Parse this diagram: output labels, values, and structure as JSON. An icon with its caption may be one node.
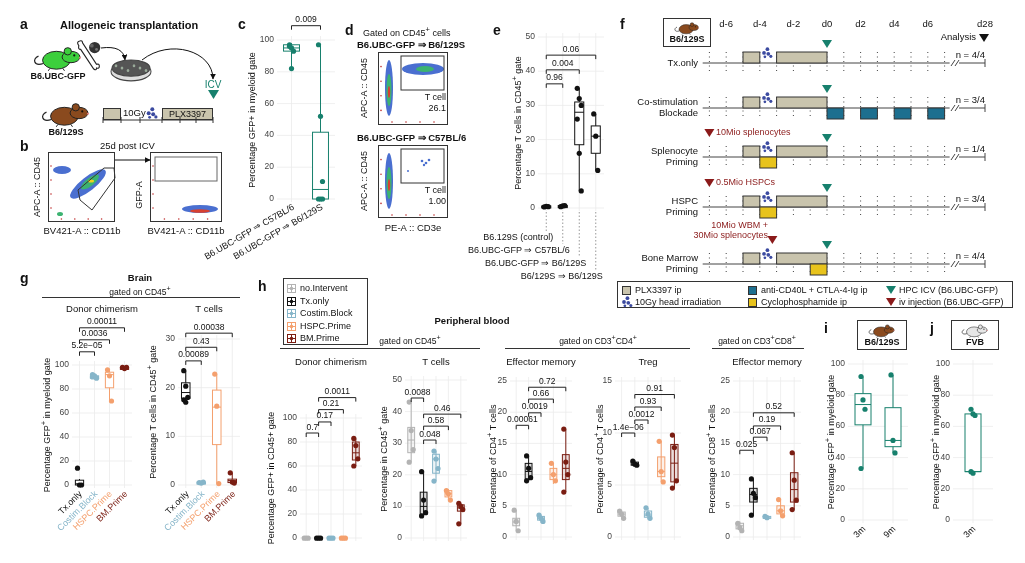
{
  "diagram": {
    "nodes": [
      {
        "text": [
          "B6.UBC-GFP"
        ]
      },
      {
        "text": [],
        "shape": "picture"
      },
      {
        "text": [],
        "shape": "picture"
      },
      {
        "text": [
          "ICV"
        ]
      },
      {
        "text": [
          "B6/129S"
        ]
      },
      {
        "text": [],
        "shape": "box",
        "beside": [
          "10Gy"
        ]
      },
      {
        "text": [
          "PLX3397"
        ]
      },
      {
        "text": [],
        "shape": "picture",
        "beside": [
          "APC-A :: CD45",
          "BV421-A :: CD11b"
        ]
      },
      {
        "text": [],
        "shape": "picture",
        "beside": [
          "GFP-A",
          "BV421-A :: CD11b"
        ]
      },
      {
        "text": [
          "B6.UBC-GFP ⇒ B6/129S",
          "APC-A :: CD45",
          "T cell",
          "26.1"
        ]
      },
      {
        "text": [
          "B6.UBC-GFP ⇒ C57BL/6",
          "APC-A :: CD45",
          "T cell",
          "1.00"
        ],
        "beside": [
          "PE-A :: CD3e"
        ]
      },
      {
        "text": [
          "B6/129S"
        ]
      },
      {
        "text": [
          "B6/129S"
        ]
      },
      {
        "text": [
          "FVB"
        ]
      }
    ],
    "edges": [
      {
        "from": 1,
        "to": 2,
        "arrow": "to"
      },
      {
        "from": 2,
        "to": 3,
        "arrow": "to"
      },
      {
        "from": 7,
        "to": 8,
        "arrow": "to"
      }
    ],
    "labels": [
      "a",
      "Allogeneic transplantation",
      "b",
      "25d post ICV",
      "c",
      "Percentage GFP+ in myeloid gate",
      "100",
      "80",
      "60",
      "40",
      "20",
      "0",
      "0.009",
      "B6.UBC-GFP ⇒ C57BL/6",
      "B6.UBC-GFP ⇒ B6/129S",
      "d",
      "Gated on CD45$^{+}$ cells",
      "e",
      "Percentage T cells in CD45$^{+}$ gate",
      "50",
      "40",
      "30",
      "20",
      "10",
      "0",
      "0.06",
      "0.004",
      "0.96",
      "B6.129S (control)",
      "B6.UBC-GFP ⇒ C57BL/6",
      "B6.UBC-GFP ⇒ B6/129S",
      "B6/129S ⇒ B6/129S",
      "f",
      "d-6",
      "d-4",
      "d-2",
      "d0",
      "d2",
      "d4",
      "d6",
      "d28",
      "Analysis",
      "Tx.only",
      "n = 4/4",
      "Co-stimulation Blockade",
      "n = 3/4",
      "10Mio splenocytes",
      "Splenocyte Priming",
      "n = 1/4",
      "0.5Mio HSPCs",
      "HSPC Priming",
      "n = 3/4",
      "10Mio WBM + 30Mio splenocytes",
      "Bone Marrow Priming",
      "n = 4/4",
      "g",
      "Brain",
      "gated on CD45$^{+}$",
      "Donor chimerism",
      "Percentage GFP$^{+}$ in myeloid gate",
      "100",
      "80",
      "60",
      "40",
      "20",
      "0",
      "0.00011",
      "0.0036",
      "5.2e−05",
      "Tx.only",
      "Costim.Block",
      "HSPC.Prime",
      "BM.Prime",
      "T cells",
      "Percentage T cells in CD45$^{+}$ gate",
      "30",
      "20",
      "10",
      "0",
      "0.00038",
      "0.43",
      "0.00089",
      "Tx.only",
      "Costim.Block",
      "HSPC.Prime",
      "BM.Prime",
      "h",
      "Peripheral blood",
      "gated on CD45$^{+}$",
      "gated on CD3$^{+}$CD4$^{+}$",
      "gated on CD3$^{+}$CD8$^{+}$",
      "Donor chimerism",
      "Percentage GFP+ in CD45+ gate",
      "100",
      "80",
      "60",
      "40",
      "20",
      "0",
      "0.0011",
      "0.21",
      "0.17",
      "0.7",
      "T cells",
      "Percentage in CD45$^{+}$ gate",
      "50",
      "40",
      "30",
      "20",
      "10",
      "0",
      "0.0088",
      "0.46",
      "0.58",
      "0.048",
      "Effector memory",
      "Percentage of CD4$^{+}$ T cells",
      "25",
      "20",
      "15",
      "10",
      "5",
      "0",
      "0.72",
      "0.66",
      "0.0019",
      "0.00061",
      "Treg",
      "Percentage of CD4$^{+}$ T cells",
      "15",
      "10",
      "5",
      "0",
      "0.91",
      "0.93",
      "0.0012",
      "1.4e−06",
      "Effector memory",
      "Percentage of CD8$^{+}$ T cells",
      "25",
      "20",
      "15",
      "10",
      "5",
      "0",
      "0.52",
      "0.19",
      "0.067",
      "0.025",
      "i",
      "Percentage GFP$^{+}$ in myeloid gate",
      "100",
      "80",
      "60",
      "40",
      "20",
      "0",
      "3m",
      "9m",
      "j",
      "Percentage GFP$^{+}$ in myeloid gate",
      "100",
      "80",
      "60",
      "40",
      "20",
      "0",
      "3m"
    ],
    "legend": [
      {
        "text": "PLX3397 ip",
        "color": "#c9c4ad"
      },
      {
        "text": "anti-CD40L + CTLA-4-Ig ip",
        "color": "#1d6f8f"
      },
      {
        "text": "HPC ICV (B6.UBC-GFP)"
      },
      {
        "text": "10Gy head irradiation"
      },
      {
        "text": "Cyclophosphamide ip",
        "color": "#e8c31c"
      },
      {
        "text": "iv injection (B6.UBC-GFP)"
      },
      {
        "text": "no.Intervent"
      },
      {
        "text": "Tx.only"
      },
      {
        "text": "Costim.Block"
      },
      {
        "text": "HSPC.Prime"
      },
      {
        "text": "BM.Prime"
      }
    ]
  }
}
